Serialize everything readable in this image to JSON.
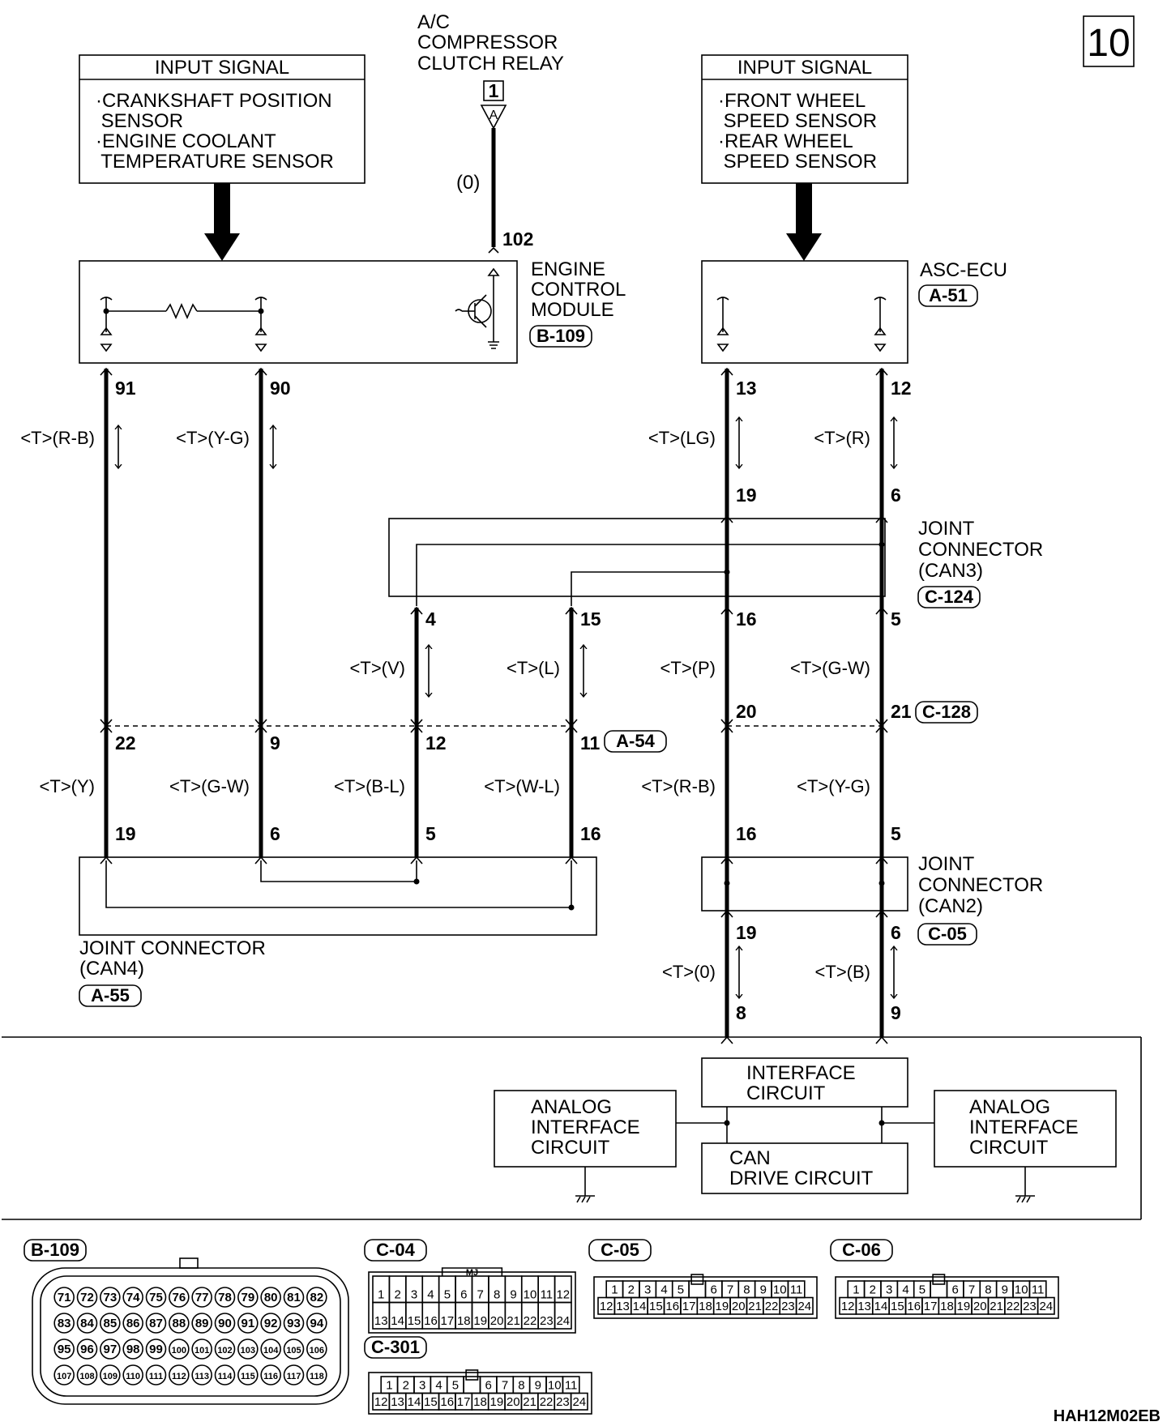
{
  "page_number": "10",
  "ac_relay": {
    "lines": [
      "A/C",
      "COMPRESSOR",
      "CLUTCH RELAY"
    ],
    "terminal": "1",
    "symbol": "A",
    "wire": "(0)",
    "pin": "102"
  },
  "input_left": {
    "title": "INPUT SIGNAL",
    "lines": [
      "·CRANKSHAFT POSITION",
      " SENSOR",
      "·ENGINE COOLANT",
      " TEMPERATURE SENSOR"
    ]
  },
  "input_right": {
    "title": "INPUT SIGNAL",
    "lines": [
      "·FRONT WHEEL",
      " SPEED SENSOR",
      "·REAR WHEEL",
      " SPEED SENSOR"
    ]
  },
  "ecm": {
    "lines": [
      "ENGINE",
      "CONTROL",
      "MODULE"
    ],
    "id": "B-109"
  },
  "asc": {
    "lines": [
      "ASC-ECU"
    ],
    "id": "A-51"
  },
  "can3": {
    "lines": [
      "JOINT",
      "CONNECTOR",
      "(CAN3)"
    ],
    "id": "C-124"
  },
  "can2": {
    "lines": [
      "JOINT",
      "CONNECTOR",
      "(CAN2)"
    ],
    "id": "C-05"
  },
  "can4": {
    "lines": [
      "JOINT CONNECTOR",
      "(CAN4)"
    ],
    "id": "A-55"
  },
  "conn_a54": "A-54",
  "conn_c128": "C-128",
  "pins": {
    "w1": [
      "91",
      "22",
      "19"
    ],
    "w2": [
      "90",
      "9",
      "6"
    ],
    "w3": [
      "4",
      "12",
      "5"
    ],
    "w4": [
      "15",
      "11",
      "16"
    ],
    "w5": [
      "13",
      "19",
      "16",
      "20",
      "16",
      "19",
      "8"
    ],
    "w6": [
      "12",
      "6",
      "5",
      "21",
      "5",
      "6",
      "9"
    ]
  },
  "wire_labels": {
    "ecm91": "<T>(R-B)",
    "ecm90": "<T>(Y-G)",
    "asc13": "<T>(LG)",
    "asc12": "<T>(R)",
    "can3_4": "<T>(V)",
    "can3_15": "<T>(L)",
    "can3_16": "<T>(P)",
    "can3_5": "<T>(G-W)",
    "a54_22": "<T>(Y)",
    "a54_9": "<T>(G-W)",
    "a54_12": "<T>(B-L)",
    "a54_11": "<T>(W-L)",
    "c128_20": "<T>(R-B)",
    "c128_21": "<T>(Y-G)",
    "can2_19": "<T>(0)",
    "can2_6": "<T>(B)"
  },
  "interface": {
    "lines": [
      "INTERFACE",
      "CIRCUIT"
    ]
  },
  "can_drive": {
    "lines": [
      "CAN",
      "DRIVE CIRCUIT"
    ]
  },
  "analog_left": {
    "lines": [
      "ANALOG",
      "INTERFACE",
      "CIRCUIT"
    ]
  },
  "analog_right": {
    "lines": [
      "ANALOG",
      "INTERFACE",
      "CIRCUIT"
    ]
  },
  "connectors": [
    {
      "id": "B-109",
      "type": "round",
      "rows": [
        [
          "71",
          "72",
          "73",
          "74",
          "75",
          "76",
          "77",
          "78",
          "79",
          "80",
          "81",
          "82"
        ],
        [
          "83",
          "84",
          "85",
          "86",
          "87",
          "88",
          "89",
          "90",
          "91",
          "92",
          "93",
          "94"
        ],
        [
          "95",
          "96",
          "97",
          "98",
          "99",
          "100",
          "101",
          "102",
          "103",
          "104",
          "105",
          "106"
        ],
        [
          "107",
          "108",
          "109",
          "110",
          "111",
          "112",
          "113",
          "114",
          "115",
          "116",
          "117",
          "118"
        ]
      ]
    },
    {
      "id": "C-04",
      "type": "rect",
      "mark": "MJ",
      "rows": [
        [
          "1",
          "2",
          "3",
          "4",
          "5",
          "6",
          "7",
          "8",
          "9",
          "10",
          "11",
          "12"
        ],
        [
          "13",
          "14",
          "15",
          "16",
          "17",
          "18",
          "19",
          "20",
          "21",
          "22",
          "23",
          "24"
        ]
      ]
    },
    {
      "id": "C-05",
      "type": "rect",
      "rows": [
        [
          "1",
          "2",
          "3",
          "4",
          "5",
          "",
          "6",
          "7",
          "8",
          "9",
          "10",
          "11"
        ],
        [
          "12",
          "13",
          "14",
          "15",
          "16",
          "17",
          "18",
          "19",
          "20",
          "21",
          "22",
          "23",
          "24"
        ]
      ]
    },
    {
      "id": "C-06",
      "type": "rect",
      "rows": [
        [
          "1",
          "2",
          "3",
          "4",
          "5",
          "",
          "6",
          "7",
          "8",
          "9",
          "10",
          "11"
        ],
        [
          "12",
          "13",
          "14",
          "15",
          "16",
          "17",
          "18",
          "19",
          "20",
          "21",
          "22",
          "23",
          "24"
        ]
      ]
    },
    {
      "id": "C-301",
      "type": "rect",
      "rows": [
        [
          "1",
          "2",
          "3",
          "4",
          "5",
          "",
          "6",
          "7",
          "8",
          "9",
          "10",
          "11"
        ],
        [
          "12",
          "13",
          "14",
          "15",
          "16",
          "17",
          "18",
          "19",
          "20",
          "21",
          "22",
          "23",
          "24"
        ]
      ]
    }
  ],
  "figure_code": "HAH12M02EB"
}
